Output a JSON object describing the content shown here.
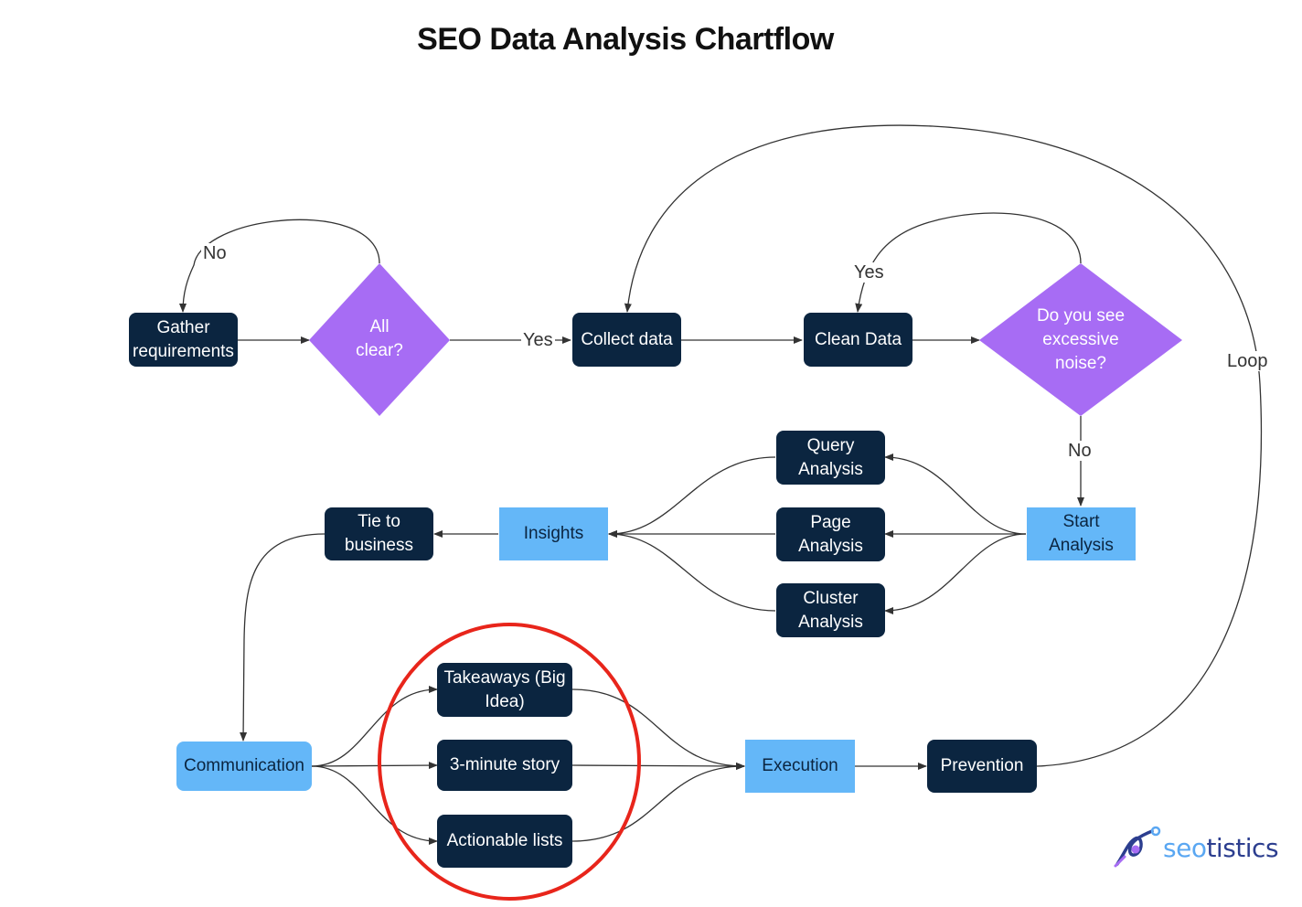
{
  "title": "SEO Data Analysis Chartflow",
  "colors": {
    "dark_node": "#0b2540",
    "light_node": "#64b7f8",
    "decision": "#a76cf4",
    "highlight_circle": "#e8251b",
    "edge": "#333333"
  },
  "nodes": {
    "gather": "Gather\nrequirements",
    "all_clear": "All\nclear?",
    "collect": "Collect data",
    "clean": "Clean Data",
    "noise": "Do you see\nexcessive\nnoise?",
    "start_analysis": "Start\nAnalysis",
    "query": "Query\nAnalysis",
    "page": "Page\nAnalysis",
    "cluster": "Cluster\nAnalysis",
    "insights": "Insights",
    "tie": "Tie to\nbusiness",
    "communication": "Communication",
    "takeaways": "Takeaways (Big\nIdea)",
    "story": "3-minute story",
    "actionable": "Actionable lists",
    "execution": "Execution",
    "prevention": "Prevention"
  },
  "edge_labels": {
    "no_top": "No",
    "yes_collect": "Yes",
    "yes_clean": "Yes",
    "no_noise": "No",
    "loop": "Loop"
  },
  "brand": {
    "prefix": "seo",
    "suffix": "tistics",
    "icon": "analytics-logo-icon"
  }
}
